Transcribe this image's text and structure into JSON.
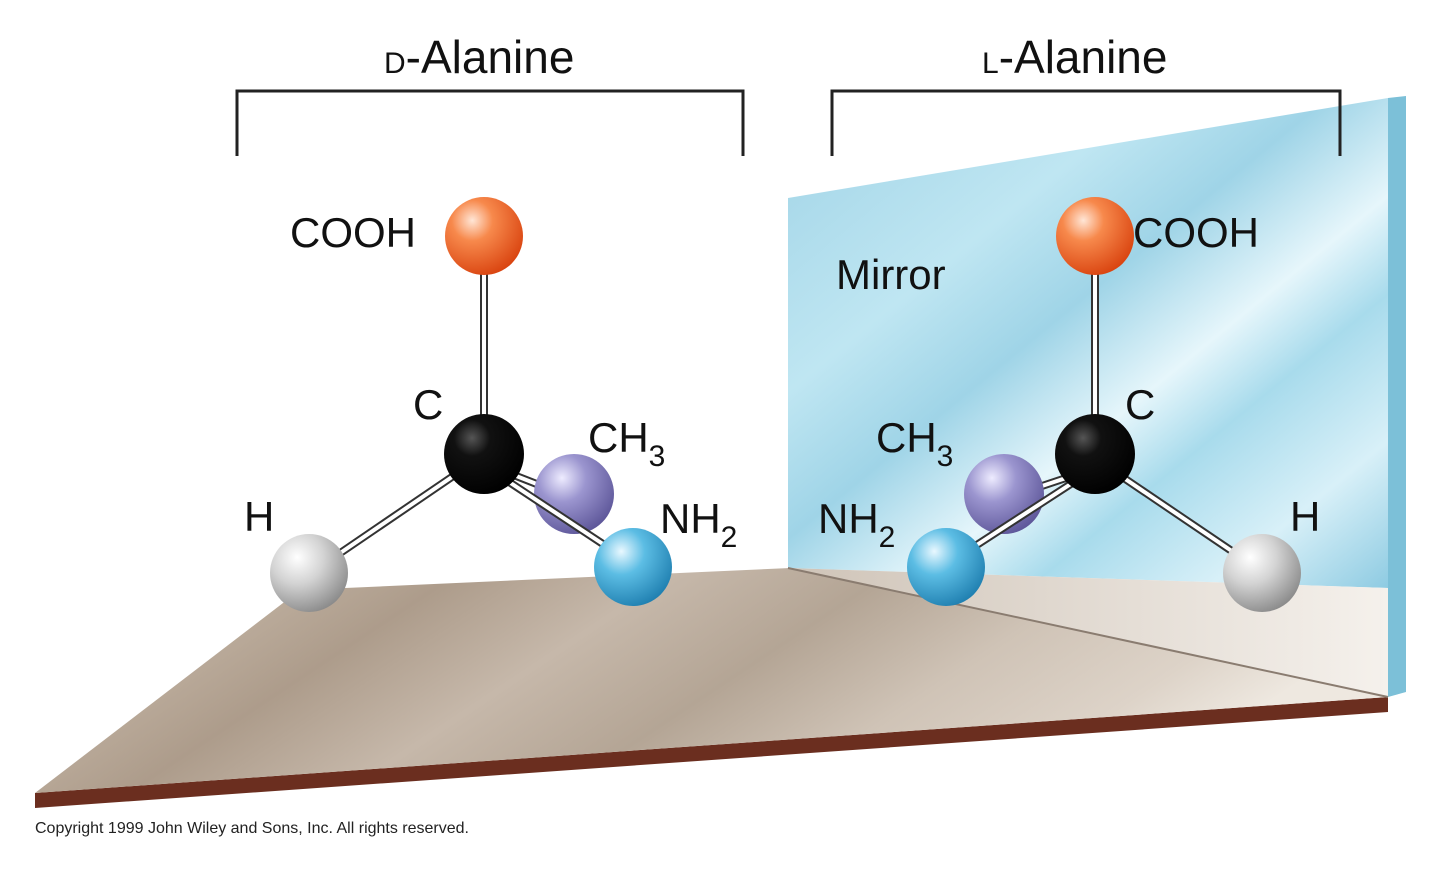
{
  "labels": {
    "d_prefix": "D",
    "d_title": "-Alanine",
    "l_prefix": "L",
    "l_title": "-Alanine",
    "mirror": "Mirror",
    "copyright": "Copyright 1999 John Wiley and Sons, Inc. All rights reserved."
  },
  "d_molecule": {
    "cooh": "COOH",
    "c": "C",
    "ch3_main": "CH",
    "ch3_sub": "3",
    "h": "H",
    "nh2_main": "NH",
    "nh2_sub": "2"
  },
  "l_molecule": {
    "cooh": "COOH",
    "c": "C",
    "ch3_main": "CH",
    "ch3_sub": "3",
    "h": "H",
    "nh2_main": "NH",
    "nh2_sub": "2"
  },
  "colors": {
    "cooh_atom": "#f26a2e",
    "carbon_atom": "#000000",
    "ch3_atom": "#8c86c2",
    "nh2_atom": "#4fb3dc",
    "h_atom": "#d4d4d4",
    "mirror": "#b8e2ef",
    "table_top": "#b9a99a",
    "table_edge": "#6b2e1f"
  }
}
